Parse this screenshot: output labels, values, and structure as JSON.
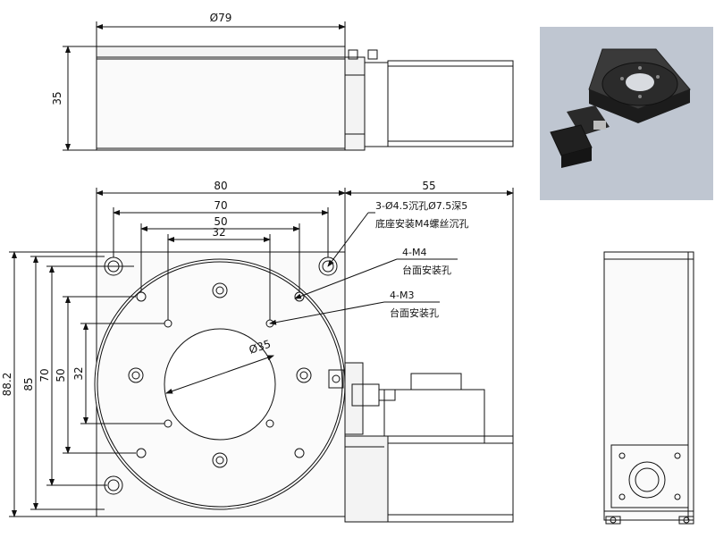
{
  "top_view": {
    "width_dim": "Ø79",
    "height_dim": "35"
  },
  "front_view": {
    "dims": {
      "w80": "80",
      "w70": "70",
      "w50": "50",
      "w32": "32",
      "w55": "55",
      "h88_2": "88.2",
      "h85": "85",
      "h70": "70",
      "h50": "50",
      "h32": "32",
      "d35": "Ø35"
    },
    "notes": {
      "base_holes_line1": "3-Ø4.5沉孔Ø7.5深5",
      "base_holes_line2": "底座安装M4螺丝沉孔",
      "m4_line1": "4-M4",
      "m4_line2": "台面安装孔",
      "m3_line1": "4-M3",
      "m3_line2": "台面安装孔"
    }
  },
  "photo": {
    "background": "#bfc6d1"
  }
}
